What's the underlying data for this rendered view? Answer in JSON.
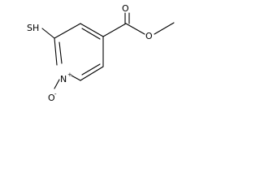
{
  "molecule": {
    "atoms": {
      "thiol": "SH",
      "ring_nitrogen": "N",
      "ring_nitrogen_charge": "+",
      "n_oxide_oxygen": "O",
      "n_oxide_charge": "-",
      "carbonyl_oxygen": "O",
      "ester_oxygen": "O"
    }
  }
}
